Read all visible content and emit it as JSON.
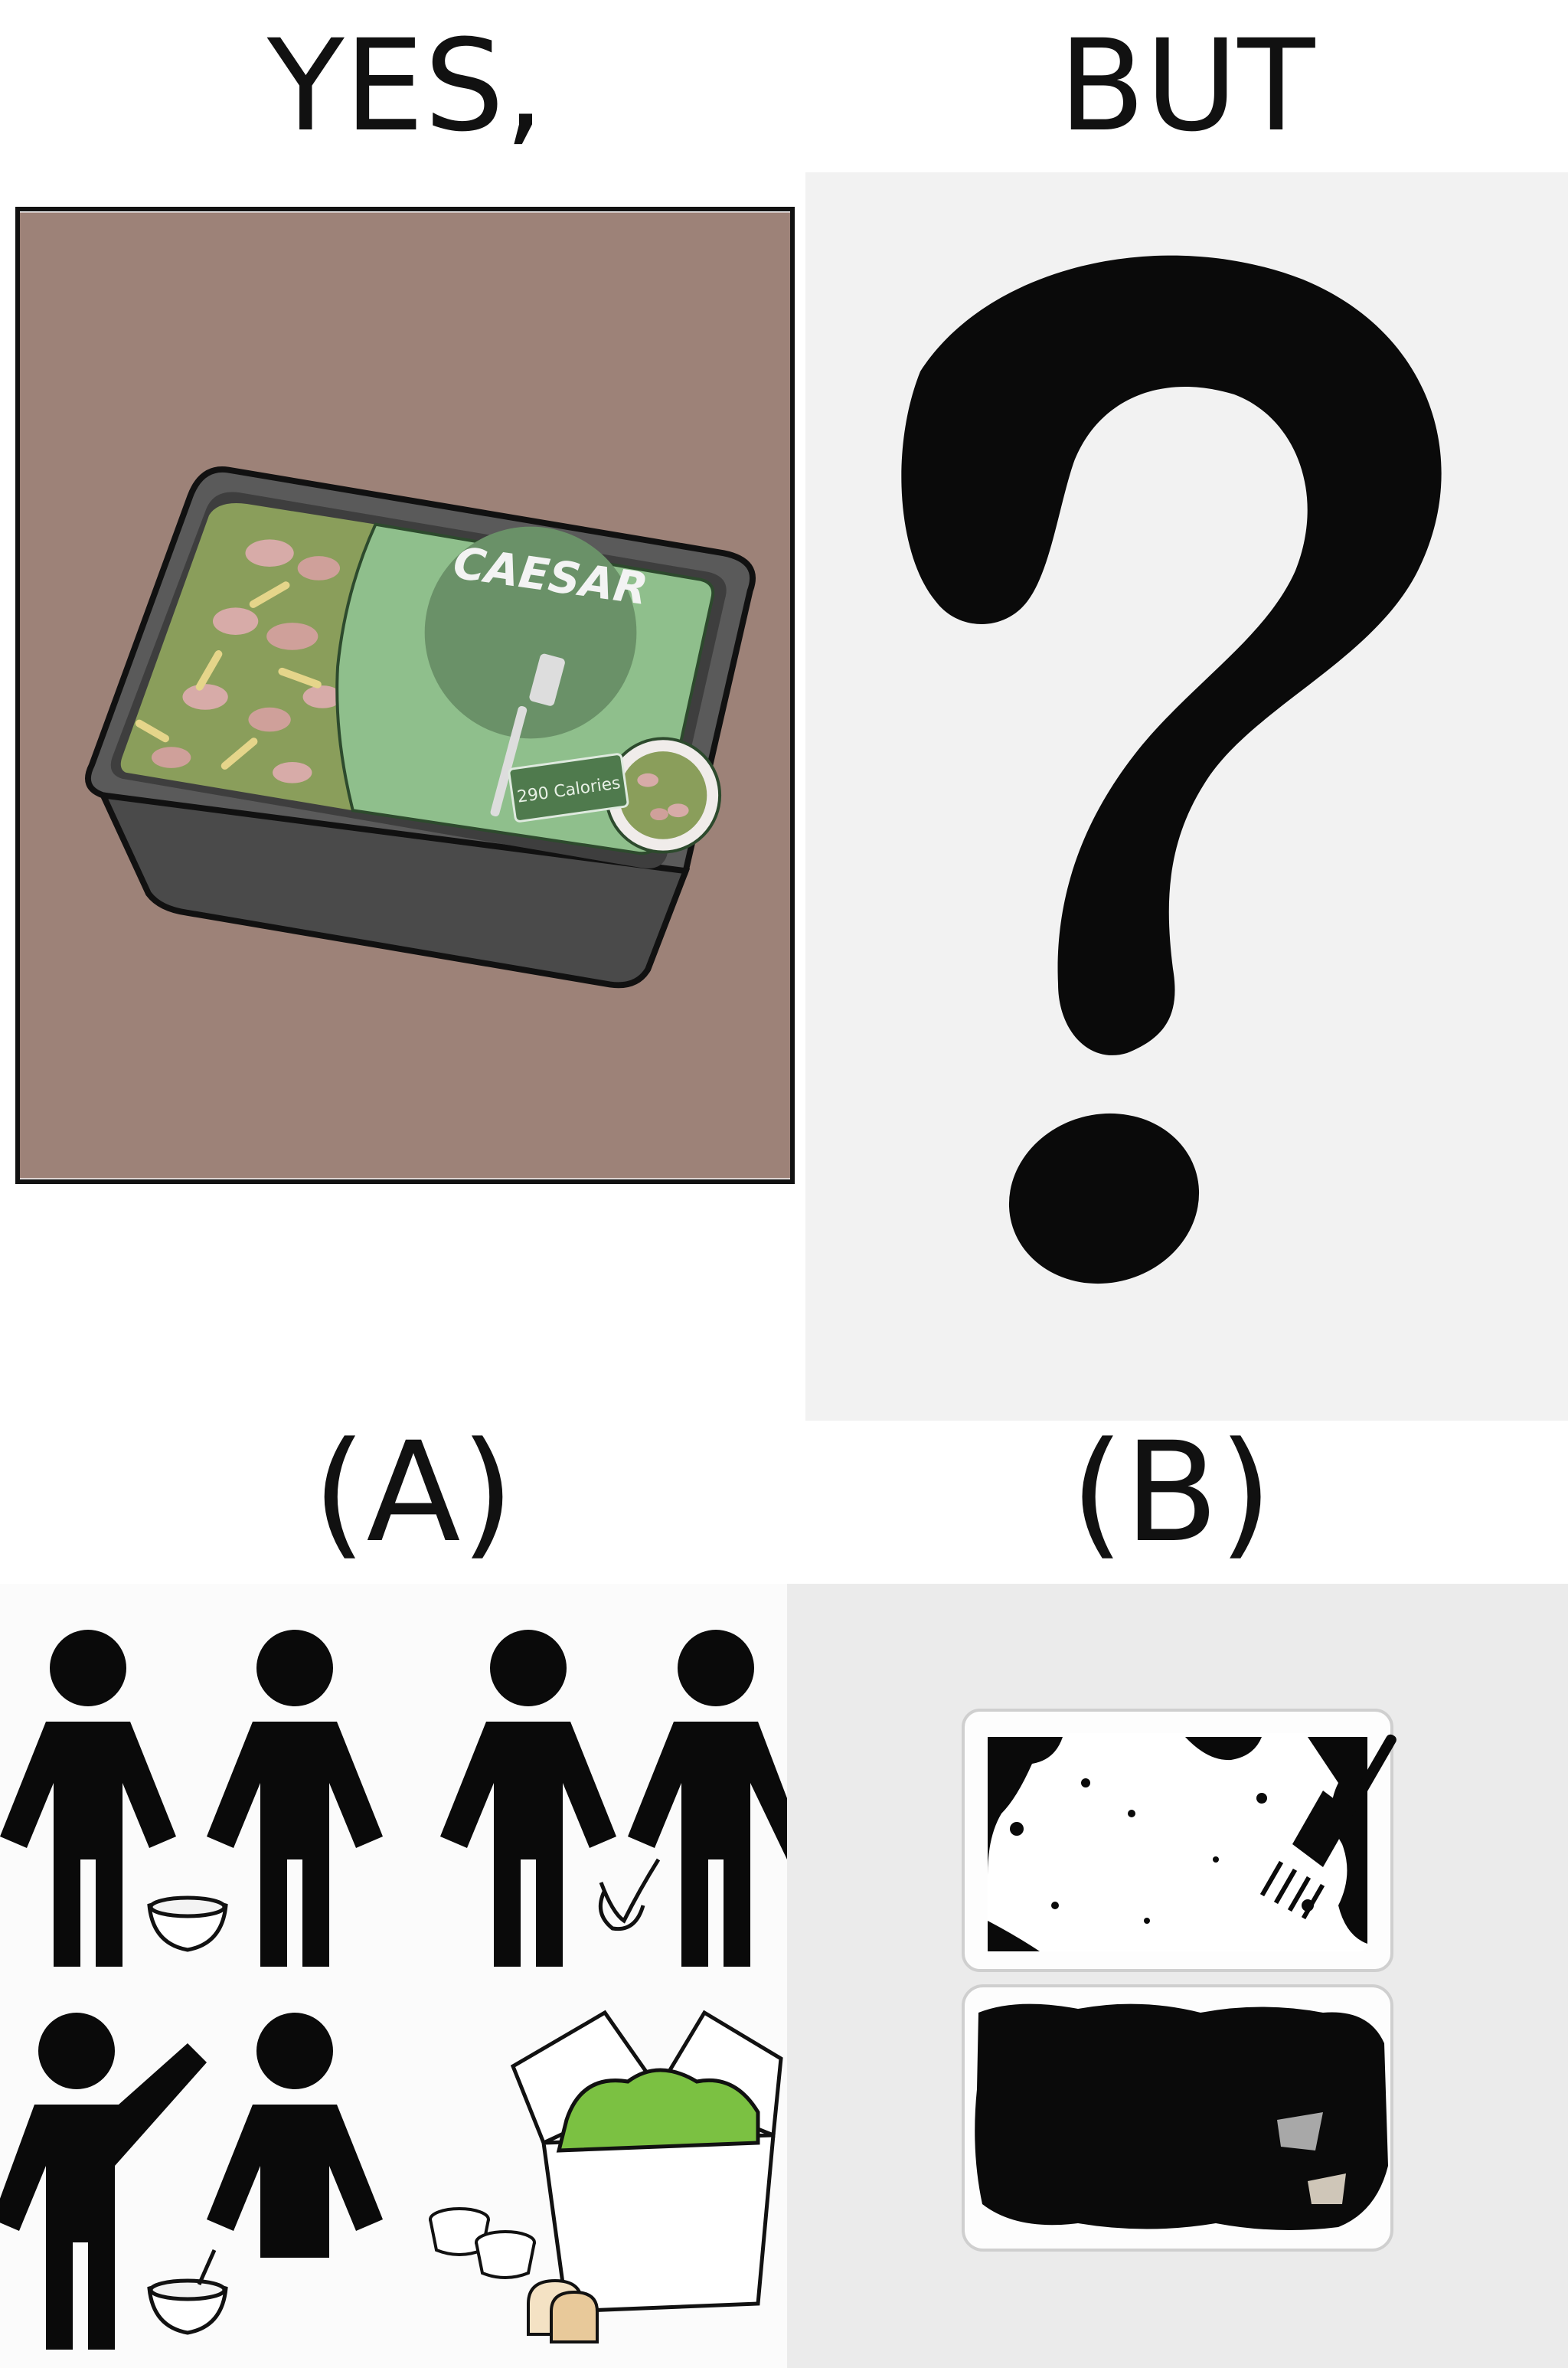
{
  "captions": {
    "top_left": "YES,",
    "top_right": "BUT",
    "option_a": "(A)",
    "option_b": "(B)"
  },
  "yes_panel": {
    "product_name": "CAESAR",
    "calorie_label": "290 Calories",
    "background_color": "#9d8278",
    "package_color": "#8fbf8c"
  },
  "but_panel": {
    "symbol": "?",
    "background_color": "#f2f2f2"
  },
  "option_a_panel": {
    "description_icons": [
      "person-icon",
      "bowl-icon",
      "checkmark-icon",
      "salad-box-icon",
      "sauce-cup-icon",
      "bread-icon"
    ]
  },
  "option_b_panel": {
    "description_icons": [
      "empty-container-icon",
      "fork-icon",
      "leftover-salad-icon"
    ]
  }
}
